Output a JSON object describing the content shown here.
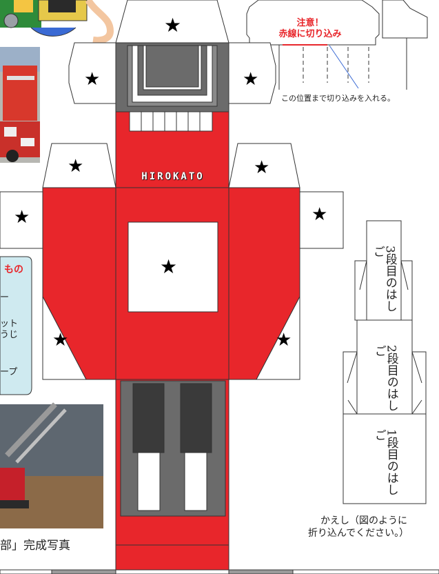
{
  "brand_text": "HIROKATO",
  "star": "★",
  "warning": {
    "title": "注意！",
    "line2": "赤線に切り込み",
    "color": "#e8262b"
  },
  "cut_note": "この位置まで切り込みを入れる。",
  "ladders": {
    "third": "3段目のはしご",
    "second": "2段目のはしご",
    "first": "1段目のはしご"
  },
  "fold_note": {
    "line1": "かえし（図のように",
    "line2": "折り込んでください。）"
  },
  "materials_box": {
    "title_fragment": "もの",
    "line_a": "ー",
    "line_b": "ット",
    "line_c": "うじ",
    "line_d": "ープ"
  },
  "photo_caption": "部」完成写真",
  "colors": {
    "red": "#e8262b",
    "dark_gray": "#6b6b6b",
    "black_window": "#3a3a3a",
    "light_blue_box": "#cfeaf0"
  }
}
